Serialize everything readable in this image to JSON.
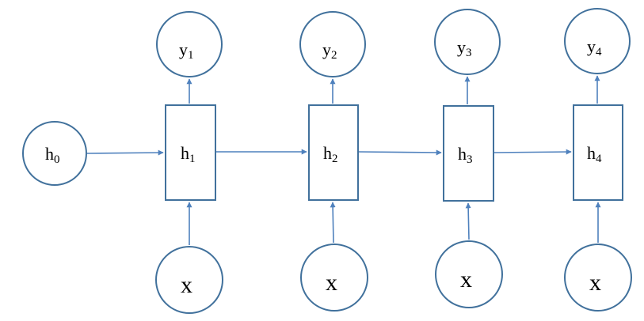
{
  "colors": {
    "stroke": "#41719c",
    "arrow": "#4f81bd",
    "text": "#000000",
    "background": "#ffffff"
  },
  "initial_state": {
    "base": "h",
    "sub": "0"
  },
  "steps": [
    {
      "hidden": {
        "base": "h",
        "sub": "1"
      },
      "output": {
        "base": "y",
        "sub": "1"
      },
      "input": "x"
    },
    {
      "hidden": {
        "base": "h",
        "sub": "2"
      },
      "output": {
        "base": "y",
        "sub": "2"
      },
      "input": "x"
    },
    {
      "hidden": {
        "base": "h",
        "sub": "3"
      },
      "output": {
        "base": "y",
        "sub": "3"
      },
      "input": "x"
    },
    {
      "hidden": {
        "base": "h",
        "sub": "4"
      },
      "output": {
        "base": "y",
        "sub": "4"
      },
      "input": "x"
    }
  ]
}
